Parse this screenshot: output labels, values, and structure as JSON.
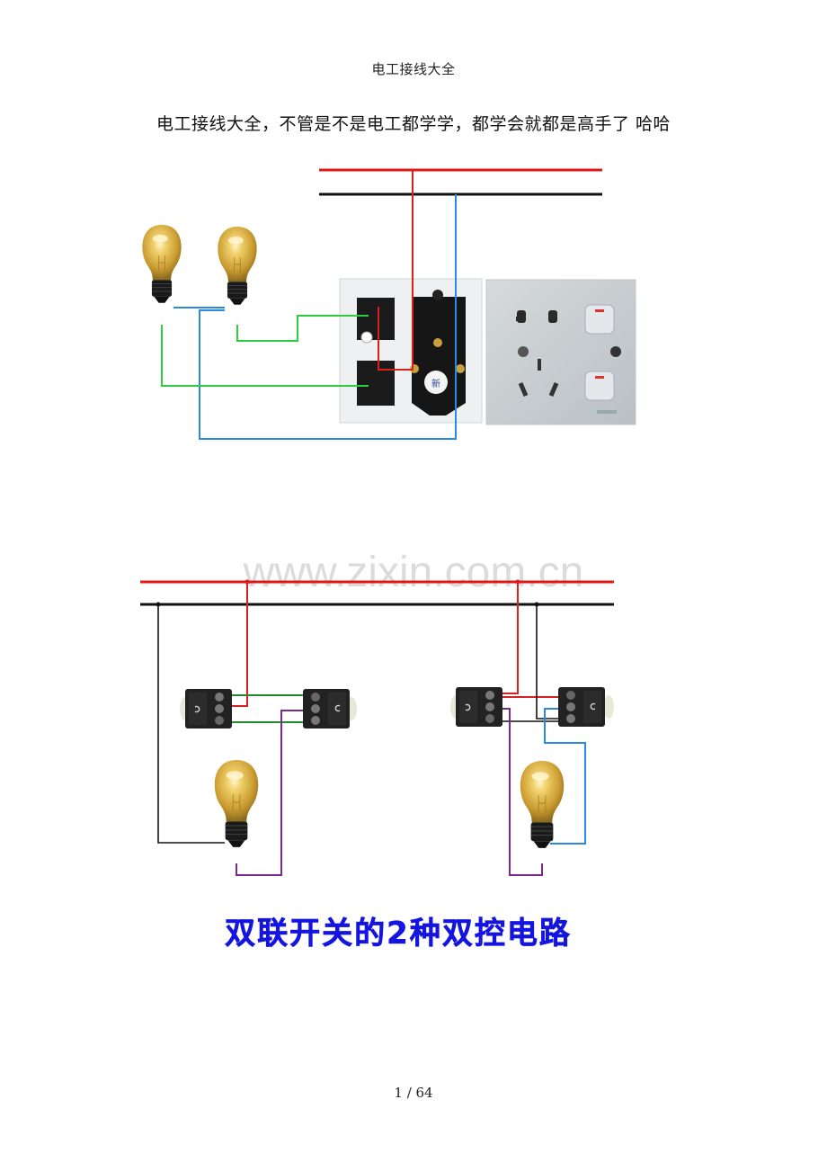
{
  "header": {
    "title": "电工接线大全"
  },
  "intro": {
    "text": "电工接线大全，不管是不是电工都学学，都学会就都是高手了  哈哈"
  },
  "diagram1": {
    "description": "双灯双开关 + 五孔插座 接线图",
    "wire_colors": {
      "live": "#e01818",
      "neutral": "#111111",
      "neutral_link": "#2a8ae0",
      "switched": "#2ecc40"
    },
    "round_label_char": "新",
    "icons": [
      "light-bulb-icon",
      "light-bulb-icon",
      "switch-socket-back-panel",
      "five-hole-socket-with-switches"
    ]
  },
  "watermark": {
    "text": "www.zixin.com.cn"
  },
  "diagram2": {
    "description": "双联开关的两种双控电路",
    "wire_colors": {
      "live": "#e01818",
      "neutral": "#111111",
      "traveler": "#1f8a2e",
      "lamp": "#7a2a8a",
      "blue": "#2a8ae0"
    },
    "icons": [
      "two-way-switch-icon",
      "two-way-switch-icon",
      "light-bulb-icon",
      "two-way-switch-icon",
      "two-way-switch-icon",
      "light-bulb-icon"
    ]
  },
  "caption": {
    "text": "双联开关的2种双控电路"
  },
  "footer": {
    "page_current": "1",
    "page_separator": " / ",
    "page_total": "64"
  }
}
